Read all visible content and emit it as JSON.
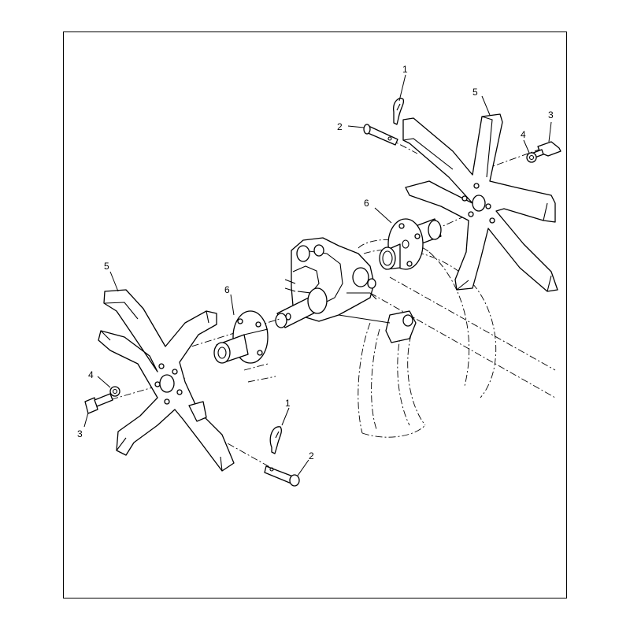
{
  "callouts": {
    "top_pin_clip": "1",
    "top_clevis_pin": "2",
    "top_bolt": "3",
    "top_washer": "4",
    "top_tine": "5",
    "top_hub": "6",
    "left_tine": "5",
    "left_hub": "6",
    "left_washer": "4",
    "left_bolt": "3",
    "bottom_pin_clip": "1",
    "bottom_clevis_pin": "2"
  },
  "colors": {
    "line": "#000000",
    "background": "#ffffff"
  }
}
